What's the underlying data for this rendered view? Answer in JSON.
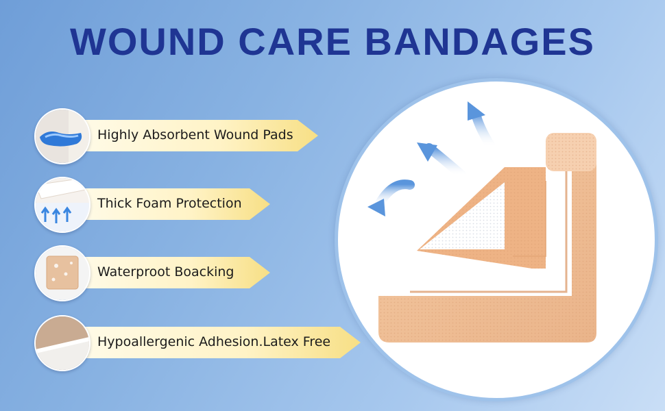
{
  "header": {
    "title": "WOUND CARE BANDAGES"
  },
  "features": [
    {
      "label": "Highly Absorbent Wound Pads",
      "icon": "absorbent-gel-icon"
    },
    {
      "label": "Thick Foam Protection",
      "icon": "foam-layer-icon"
    },
    {
      "label": "Waterproot Boacking",
      "icon": "waterproof-backing-icon"
    },
    {
      "label": "Hypoallergenic Adhesion.Latex Free",
      "icon": "adhesive-edge-icon"
    }
  ],
  "colors": {
    "title": "#1f3593",
    "banner": "#fff3c6",
    "bandage": "#efb98e",
    "arrow": "#5a95dc"
  }
}
